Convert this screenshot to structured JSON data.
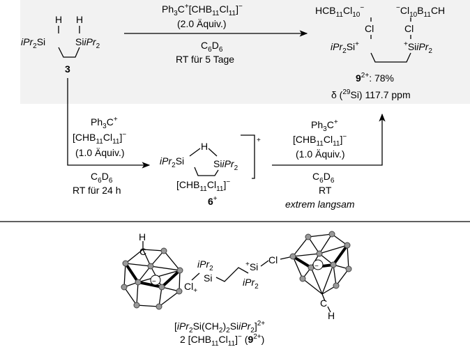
{
  "compound_labels": {
    "start": "3",
    "intermediate": "6",
    "intermediate_charge": "+",
    "product": "9",
    "product_charge": "2+"
  },
  "start_molecule": {
    "h_left": "H",
    "h_right": "H",
    "left_group": "iPr",
    "left_sub": "2",
    "left_si": "Si",
    "right_si": "Si",
    "right_group": "iPr",
    "right_sub": "2"
  },
  "top_arrow": {
    "reagent_line1_a": "Ph",
    "reagent_line1_sub": "3",
    "reagent_line1_b": "C",
    "reagent_line1_sup": "+",
    "reagent_line1_c": "[CHB",
    "reagent_line1_sub2": "11",
    "reagent_line1_d": "Cl",
    "reagent_line1_sub3": "11",
    "reagent_line1_e": "]",
    "reagent_line1_sup2": "−",
    "equiv": "(2.0 Äquiv.)",
    "solvent_a": "C",
    "solvent_sub1": "6",
    "solvent_b": "D",
    "solvent_sub2": "6",
    "condition": "RT für 5 Tage"
  },
  "product_molecule": {
    "left_anion_a": "HCB",
    "left_anion_sub1": "11",
    "left_anion_b": "Cl",
    "left_anion_sub2": "10",
    "left_anion_sup": "−",
    "right_anion_sup": "−",
    "right_anion_a": "Cl",
    "right_anion_sub1": "10",
    "right_anion_b": "B",
    "right_anion_sub2": "11",
    "right_anion_c": "CH",
    "cl_left": "Cl",
    "cl_right": "Cl",
    "left_group": "iPr",
    "left_sub": "2",
    "left_si": "Si",
    "left_plus": "+",
    "right_plus": "+",
    "right_si": "Si",
    "right_group": "iPr",
    "right_sub": "2",
    "yield": ": 78%",
    "nmr_a": "δ (",
    "nmr_sup": "29",
    "nmr_b": "Si) 117.7 ppm"
  },
  "left_arrow": {
    "line1_a": "Ph",
    "line1_sub": "3",
    "line1_b": "C",
    "line1_sup": "+",
    "line2_a": "[CHB",
    "line2_sub1": "11",
    "line2_b": "Cl",
    "line2_sub2": "11",
    "line2_c": "]",
    "line2_sup": "−",
    "equiv": "(1.0 Äquiv.)",
    "solvent_a": "C",
    "solvent_sub1": "6",
    "solvent_b": "D",
    "solvent_sub2": "6",
    "condition": "RT für 24 h"
  },
  "intermediate_molecule": {
    "h": "H",
    "left_group": "iPr",
    "left_sub": "2",
    "left_si": "Si",
    "right_si": "Si",
    "right_group": "iPr",
    "right_sub": "2",
    "bracket_charge": "+",
    "anion_a": "[CHB",
    "anion_sub1": "11",
    "anion_b": "Cl",
    "anion_sub2": "11",
    "anion_c": "]",
    "anion_sup": "−"
  },
  "right_arrow": {
    "line1_a": "Ph",
    "line1_sub": "3",
    "line1_b": "C",
    "line1_sup": "+",
    "line2_a": "[CHB",
    "line2_sub1": "11",
    "line2_b": "Cl",
    "line2_sub2": "11",
    "line2_c": "]",
    "line2_sup": "−",
    "equiv": "(1.0 Äquiv.)",
    "solvent_a": "C",
    "solvent_sub1": "6",
    "solvent_b": "D",
    "solvent_sub2": "6",
    "condition": "RT",
    "note": "extrem langsam"
  },
  "structure_drawing": {
    "h_top": "H",
    "h_bottom": "H",
    "c_top": "C",
    "c_bottom": "C",
    "minus_left": "−",
    "minus_right": "−",
    "cl_left": "Cl",
    "cl_left_plus": "+",
    "cl_right": "Cl",
    "si_left": "Si",
    "si_left_group": "iPr",
    "si_left_sub": "2",
    "si_right_plus": "+",
    "si_right": "Si",
    "si_right_group": "iPr",
    "si_right_sub": "2"
  },
  "caption": {
    "line1_a": "[",
    "line1_b": "iPr",
    "line1_sub1": "2",
    "line1_c": "Si(CH",
    "line1_sub2": "2",
    "line1_d": ")",
    "line1_sub3": "2",
    "line1_e": "Si",
    "line1_f": "iPr",
    "line1_sub4": "2",
    "line1_g": "]",
    "line1_sup": "2+",
    "line2_a": "2 [CHB",
    "line2_sub1": "11",
    "line2_b": "Cl",
    "line2_sub2": "11",
    "line2_c": "]",
    "line2_sup": "−",
    "line2_d": " (",
    "line2_e": "9",
    "line2_sup2": "2+",
    "line2_f": ")"
  },
  "colors": {
    "highlight_box": "#f2f2f2",
    "ink": "#000000"
  }
}
